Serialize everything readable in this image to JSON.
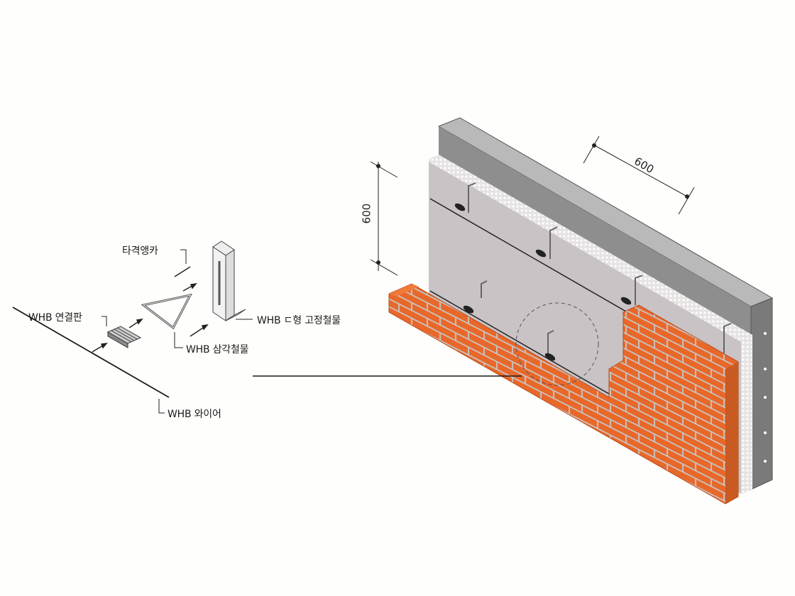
{
  "diagram": {
    "title": "",
    "components": {
      "anchor": "타격앵카",
      "connector_plate": "WHB 연결판",
      "c_bracket": "WHB ㄷ형 고정철물",
      "triangle_tie": "WHB 삼각철물",
      "wire": "WHB 와이어"
    },
    "dimensions": {
      "vertical_spacing": "600",
      "horizontal_spacing": "600"
    },
    "colors": {
      "brick": "#e8682a",
      "brick_dark": "#b84a18",
      "concrete_top": "#b9b9b9",
      "concrete_face": "#8e8e8e",
      "insulation_board": "#c8c2c6",
      "line": "#1a1a1a"
    }
  }
}
